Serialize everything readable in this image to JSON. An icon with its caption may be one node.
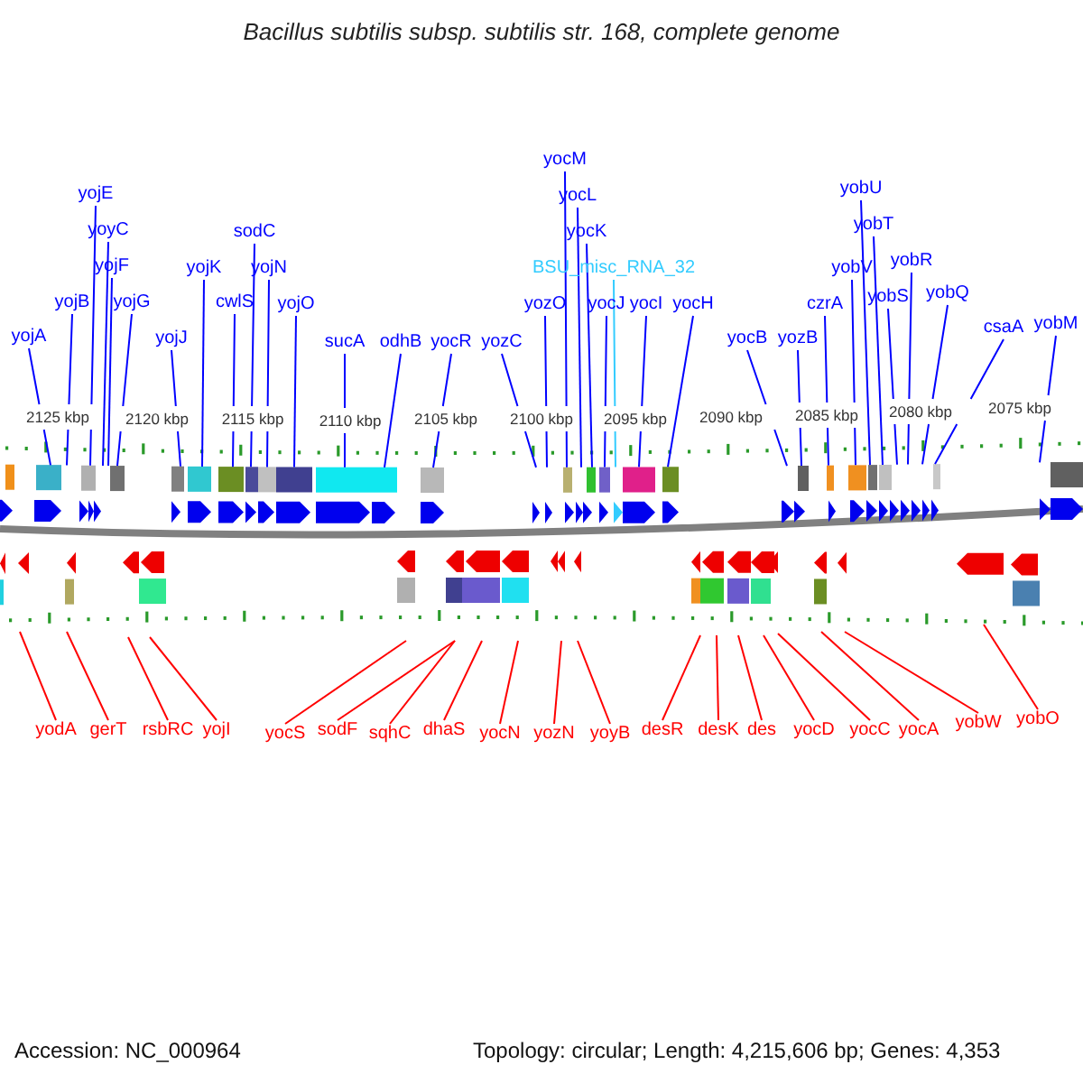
{
  "diagram": {
    "title": "Bacillus subtilis subsp. subtilis str. 168, complete genome",
    "nodes": [
      {
        "text": [
          "yojA"
        ]
      },
      {
        "text": [
          "yojB"
        ]
      },
      {
        "text": [
          "yojE"
        ]
      },
      {
        "text": [
          "yoyC"
        ]
      },
      {
        "text": [
          "yojF"
        ]
      },
      {
        "text": [
          "yojG"
        ]
      },
      {
        "text": [
          "yojJ"
        ]
      },
      {
        "text": [
          "yojK"
        ]
      },
      {
        "text": [
          "cwlS"
        ]
      },
      {
        "text": [
          "sodC"
        ]
      },
      {
        "text": [
          "yojN"
        ]
      },
      {
        "text": [
          "yojO"
        ]
      },
      {
        "text": [
          "sucA"
        ]
      },
      {
        "text": [
          "odhB"
        ]
      },
      {
        "text": [
          "yocR"
        ]
      },
      {
        "text": [
          "yozC"
        ]
      },
      {
        "text": [
          "yozO"
        ]
      },
      {
        "text": [
          "yocM"
        ]
      },
      {
        "text": [
          "yocL"
        ]
      },
      {
        "text": [
          "yocK"
        ]
      },
      {
        "text": [
          "BSU_misc_RNA_32"
        ]
      },
      {
        "text": [
          "yocJ"
        ]
      },
      {
        "text": [
          "yocI"
        ]
      },
      {
        "text": [
          "yocH"
        ]
      },
      {
        "text": [
          "yocB"
        ]
      },
      {
        "text": [
          "yozB"
        ]
      },
      {
        "text": [
          "czrA"
        ]
      },
      {
        "text": [
          "yobV"
        ]
      },
      {
        "text": [
          "yobU"
        ]
      },
      {
        "text": [
          "yobT"
        ]
      },
      {
        "text": [
          "yobS"
        ]
      },
      {
        "text": [
          "yobR"
        ]
      },
      {
        "text": [
          "yobQ"
        ]
      },
      {
        "text": [
          "csaA"
        ]
      },
      {
        "text": [
          "yobM"
        ]
      },
      {
        "text": [
          "yodA"
        ]
      },
      {
        "text": [
          "gerT"
        ]
      },
      {
        "text": [
          "rsbRC"
        ]
      },
      {
        "text": [
          "yojI"
        ]
      },
      {
        "text": [
          "yocS"
        ]
      },
      {
        "text": [
          "sodF"
        ]
      },
      {
        "text": [
          "sqhC"
        ]
      },
      {
        "text": [
          "dhaS"
        ]
      },
      {
        "text": [
          "yocN"
        ]
      },
      {
        "text": [
          "yozN"
        ]
      },
      {
        "text": [
          "yoyB"
        ]
      },
      {
        "text": [
          "desR"
        ]
      },
      {
        "text": [
          "desK"
        ]
      },
      {
        "text": [
          "des"
        ]
      },
      {
        "text": [
          "yocD"
        ]
      },
      {
        "text": [
          "yocC"
        ]
      },
      {
        "text": [
          "yocA"
        ]
      },
      {
        "text": [
          "yobW"
        ]
      },
      {
        "text": [
          "yobO"
        ]
      }
    ],
    "edges": [
      {
        "from": 0,
        "to": null,
        "arrow": "none"
      },
      {
        "from": 1,
        "to": null,
        "arrow": "none"
      },
      {
        "from": 2,
        "to": null,
        "arrow": "none"
      },
      {
        "from": 3,
        "to": null,
        "arrow": "none"
      },
      {
        "from": 4,
        "to": null,
        "arrow": "none"
      },
      {
        "from": 5,
        "to": null,
        "arrow": "none"
      },
      {
        "from": 6,
        "to": null,
        "arrow": "none"
      },
      {
        "from": 7,
        "to": null,
        "arrow": "none"
      },
      {
        "from": 8,
        "to": null,
        "arrow": "none"
      },
      {
        "from": 9,
        "to": null,
        "arrow": "none"
      },
      {
        "from": 10,
        "to": null,
        "arrow": "none"
      },
      {
        "from": 11,
        "to": null,
        "arrow": "none"
      },
      {
        "from": 12,
        "to": null,
        "arrow": "none"
      },
      {
        "from": 13,
        "to": null,
        "arrow": "none"
      },
      {
        "from": 14,
        "to": null,
        "arrow": "none"
      },
      {
        "from": 15,
        "to": null,
        "arrow": "none"
      },
      {
        "from": 16,
        "to": null,
        "arrow": "none"
      },
      {
        "from": 17,
        "to": null,
        "arrow": "none"
      },
      {
        "from": 18,
        "to": null,
        "arrow": "none"
      },
      {
        "from": 19,
        "to": null,
        "arrow": "none"
      },
      {
        "from": 20,
        "to": null,
        "arrow": "none",
        "color": "#33ccff"
      },
      {
        "from": 21,
        "to": null,
        "arrow": "none"
      },
      {
        "from": 22,
        "to": null,
        "arrow": "none"
      },
      {
        "from": 23,
        "to": null,
        "arrow": "none"
      },
      {
        "from": 24,
        "to": null,
        "arrow": "none"
      },
      {
        "from": 25,
        "to": null,
        "arrow": "none"
      },
      {
        "from": 26,
        "to": null,
        "arrow": "none"
      },
      {
        "from": 27,
        "to": null,
        "arrow": "none"
      },
      {
        "from": 28,
        "to": null,
        "arrow": "none"
      },
      {
        "from": 29,
        "to": null,
        "arrow": "none"
      },
      {
        "from": 30,
        "to": null,
        "arrow": "none"
      },
      {
        "from": 31,
        "to": null,
        "arrow": "none"
      },
      {
        "from": 32,
        "to": null,
        "arrow": "none"
      },
      {
        "from": 33,
        "to": null,
        "arrow": "none"
      },
      {
        "from": 34,
        "to": null,
        "arrow": "none"
      },
      {
        "from": 35,
        "to": null,
        "arrow": "none",
        "color": "#ff0000"
      },
      {
        "from": 36,
        "to": null,
        "arrow": "none",
        "color": "#ff0000"
      },
      {
        "from": 37,
        "to": null,
        "arrow": "none",
        "color": "#ff0000"
      },
      {
        "from": 38,
        "to": null,
        "arrow": "none",
        "color": "#ff0000"
      },
      {
        "from": 39,
        "to": null,
        "arrow": "none",
        "color": "#ff0000"
      },
      {
        "from": 40,
        "to": null,
        "arrow": "none",
        "color": "#ff0000"
      },
      {
        "from": 41,
        "to": null,
        "arrow": "none",
        "color": "#ff0000"
      },
      {
        "from": 42,
        "to": null,
        "arrow": "none",
        "color": "#ff0000"
      },
      {
        "from": 43,
        "to": null,
        "arrow": "none",
        "color": "#ff0000"
      },
      {
        "from": 44,
        "to": null,
        "arrow": "none",
        "color": "#ff0000"
      },
      {
        "from": 45,
        "to": null,
        "arrow": "none",
        "color": "#ff0000"
      },
      {
        "from": 46,
        "to": null,
        "arrow": "none",
        "color": "#ff0000"
      },
      {
        "from": 47,
        "to": null,
        "arrow": "none",
        "color": "#ff0000"
      },
      {
        "from": 48,
        "to": null,
        "arrow": "none",
        "color": "#ff0000"
      },
      {
        "from": 49,
        "to": null,
        "arrow": "none",
        "color": "#ff0000"
      },
      {
        "from": 50,
        "to": null,
        "arrow": "none",
        "color": "#ff0000"
      },
      {
        "from": 51,
        "to": null,
        "arrow": "none",
        "color": "#ff0000"
      },
      {
        "from": 52,
        "to": null,
        "arrow": "none",
        "color": "#ff0000"
      },
      {
        "from": 53,
        "to": null,
        "arrow": "none",
        "color": "#ff0000"
      }
    ],
    "labels": [
      "2125 kbp",
      "2120 kbp",
      "2115 kbp",
      "2110 kbp",
      "2105 kbp",
      "2100 kbp",
      "2095 kbp",
      "2090 kbp",
      "2085 kbp",
      "2080 kbp",
      "2075 kbp",
      "Accession: NC_000964",
      "Topology: circular; Length: 4,215,606 bp; Genes: 4,353"
    ]
  }
}
